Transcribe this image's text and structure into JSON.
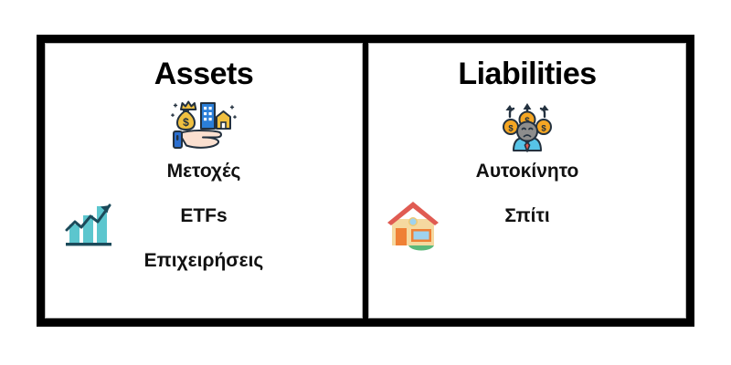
{
  "diagram": {
    "title_hidden": "",
    "background_color": "#ffffff",
    "frame_color": "#000000",
    "panel_background": "#ffffff"
  },
  "panels": [
    {
      "id": "assets",
      "title": "Assets",
      "emblem_icon": "money-bag-and-buildings-in-hand-icon",
      "side_icon": "growth-bar-chart-icon",
      "items": [
        {
          "label": "Μετοχές"
        },
        {
          "label": "ETFs"
        },
        {
          "label": "Επιχειρήσεις"
        }
      ]
    },
    {
      "id": "liabilities",
      "title": "Liabilities",
      "emblem_icon": "worried-person-losing-money-icon",
      "side_icon": "house-icon",
      "items": [
        {
          "label": "Αυτοκίνητο"
        },
        {
          "label": "Σπίτι"
        }
      ]
    }
  ],
  "colors": {
    "frame": "#000000",
    "text": "#111111",
    "bar_chart_bar": "#5cc6ce",
    "bar_chart_arrow": "#1b4a5a",
    "money_bag": "#f0c040",
    "building_blue": "#2b7fd9",
    "skin": "#fbe0d0",
    "sleeve_blue": "#2b6fd0",
    "coin_gold": "#f5a623",
    "person_head": "#8d8d8d",
    "person_shirt": "#57c4e8",
    "person_tie": "#e05b52",
    "house_roof": "#e05b52",
    "house_wall": "#f5d9a0",
    "house_door": "#ef8035",
    "house_bush": "#5cb97a"
  }
}
